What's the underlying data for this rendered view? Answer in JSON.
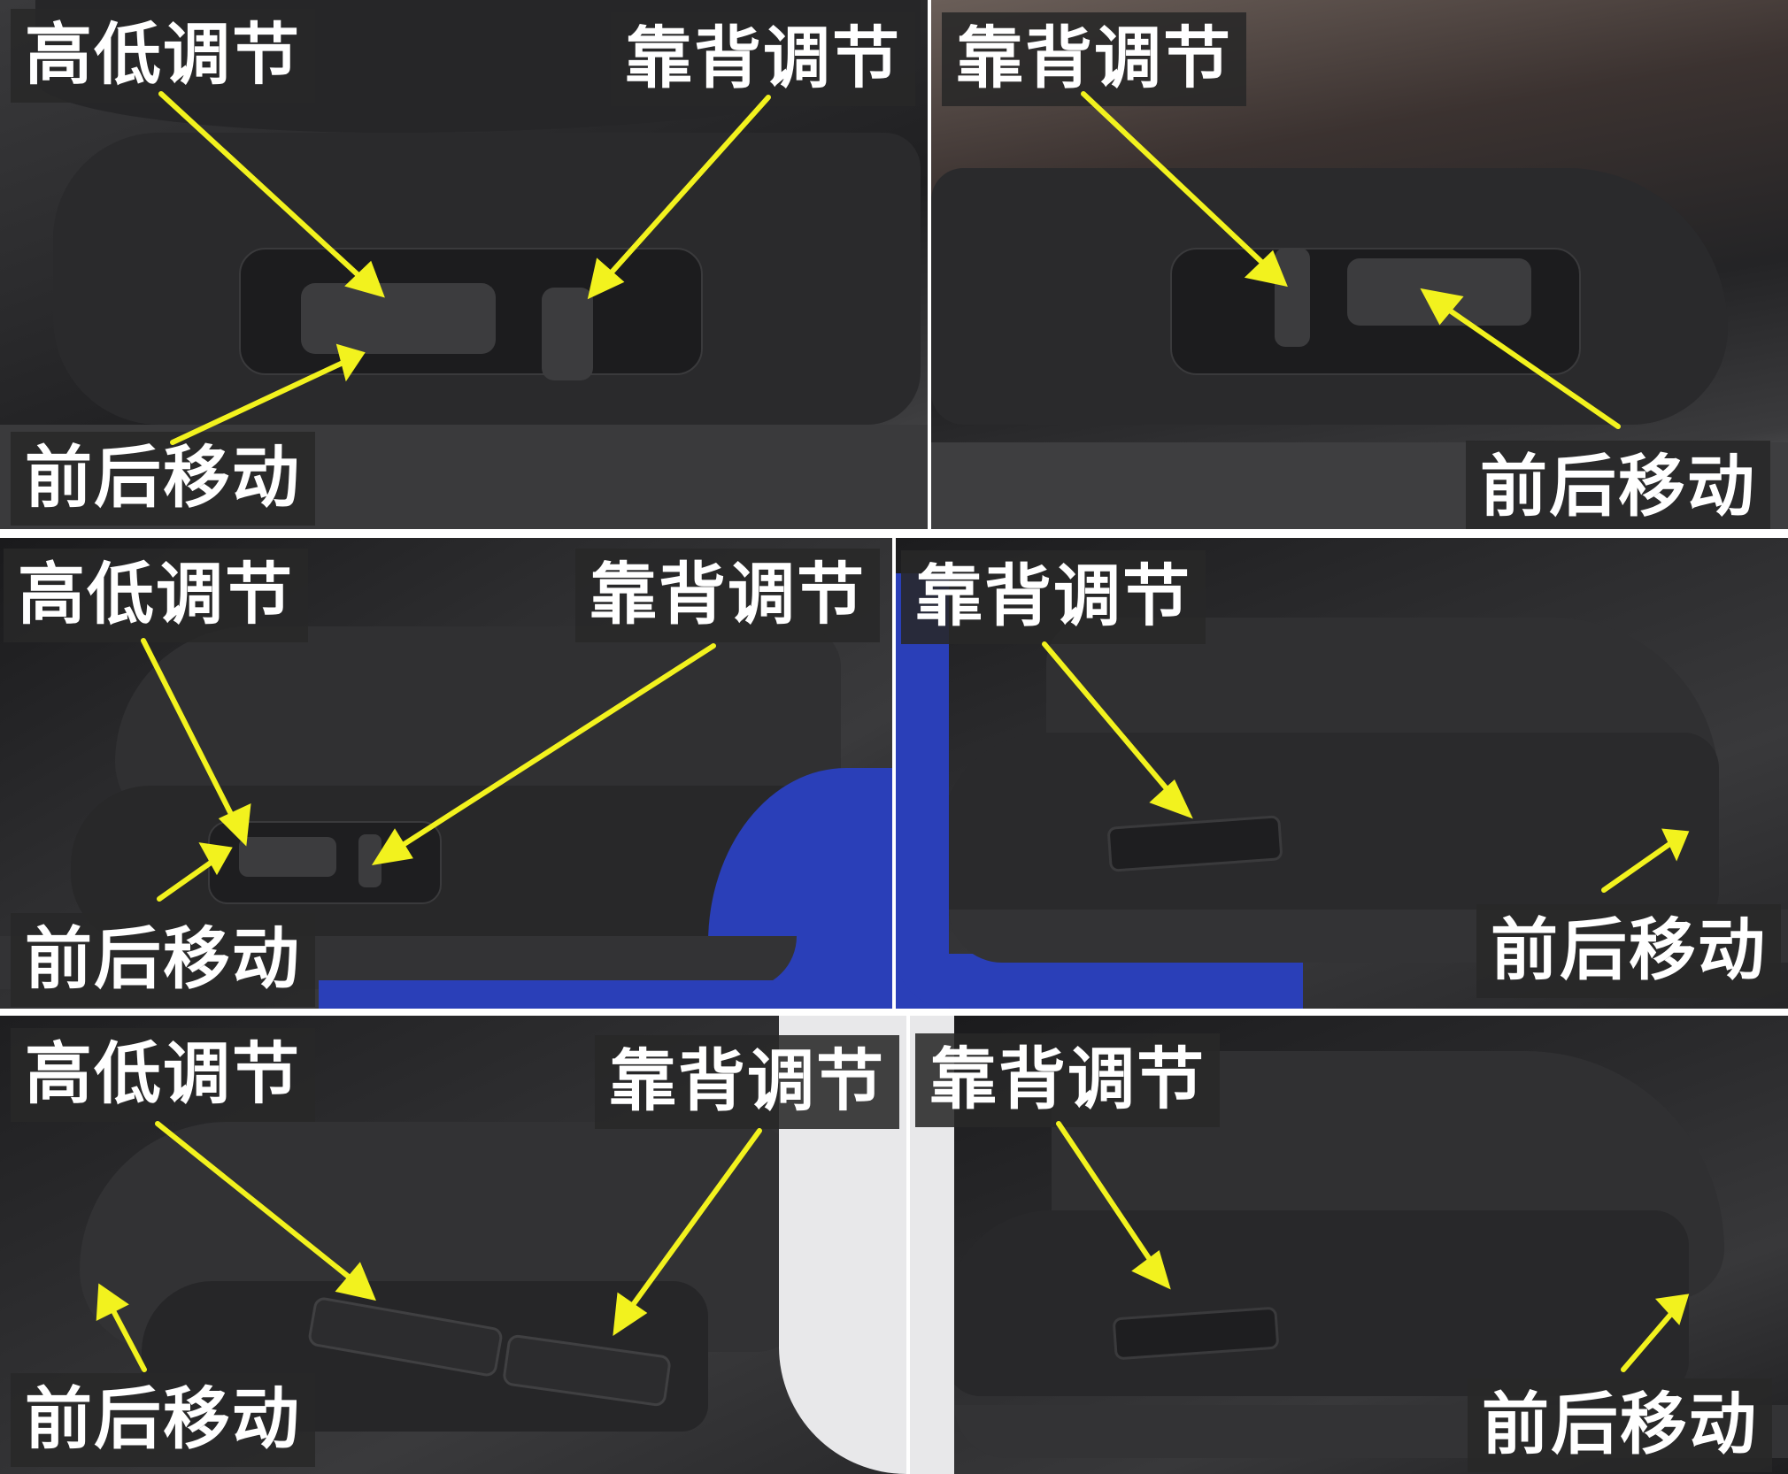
{
  "layout": {
    "rows": 3,
    "cols": 2,
    "gutter_color": "#ffffff"
  },
  "colors": {
    "arrow": "#f2f21e",
    "label_bg": "#282828",
    "label_text": "#ffffff",
    "car_body_blue": "#2a3fb8"
  },
  "panels": [
    {
      "id": "r1-left",
      "description": "Power seat side controls close-up (dark leather, stitched)",
      "labels": {
        "height": "高低调节",
        "recline": "靠背调节",
        "slide": "前后移动"
      }
    },
    {
      "id": "r1-right",
      "description": "Power seat side controls close-up (brown leather, stitched)",
      "labels": {
        "recline": "靠背调节",
        "slide": "前后移动"
      }
    },
    {
      "id": "r2-left",
      "description": "Power seat with switches on side trim, blue car body visible",
      "labels": {
        "height": "高低调节",
        "recline": "靠背调节",
        "slide": "前后移动"
      }
    },
    {
      "id": "r2-right",
      "description": "Manual seat with recline lever, blue car body visible",
      "labels": {
        "recline": "靠背调节",
        "slide": "前后移动"
      }
    },
    {
      "id": "r3-left",
      "description": "Manual seat with height lever and recline lever",
      "labels": {
        "height": "高低调节",
        "recline": "靠背调节",
        "slide": "前后移动"
      }
    },
    {
      "id": "r3-right",
      "description": "Manual seat with recline lever, white car body",
      "labels": {
        "recline": "靠背调节",
        "slide": "前后移动"
      }
    }
  ]
}
